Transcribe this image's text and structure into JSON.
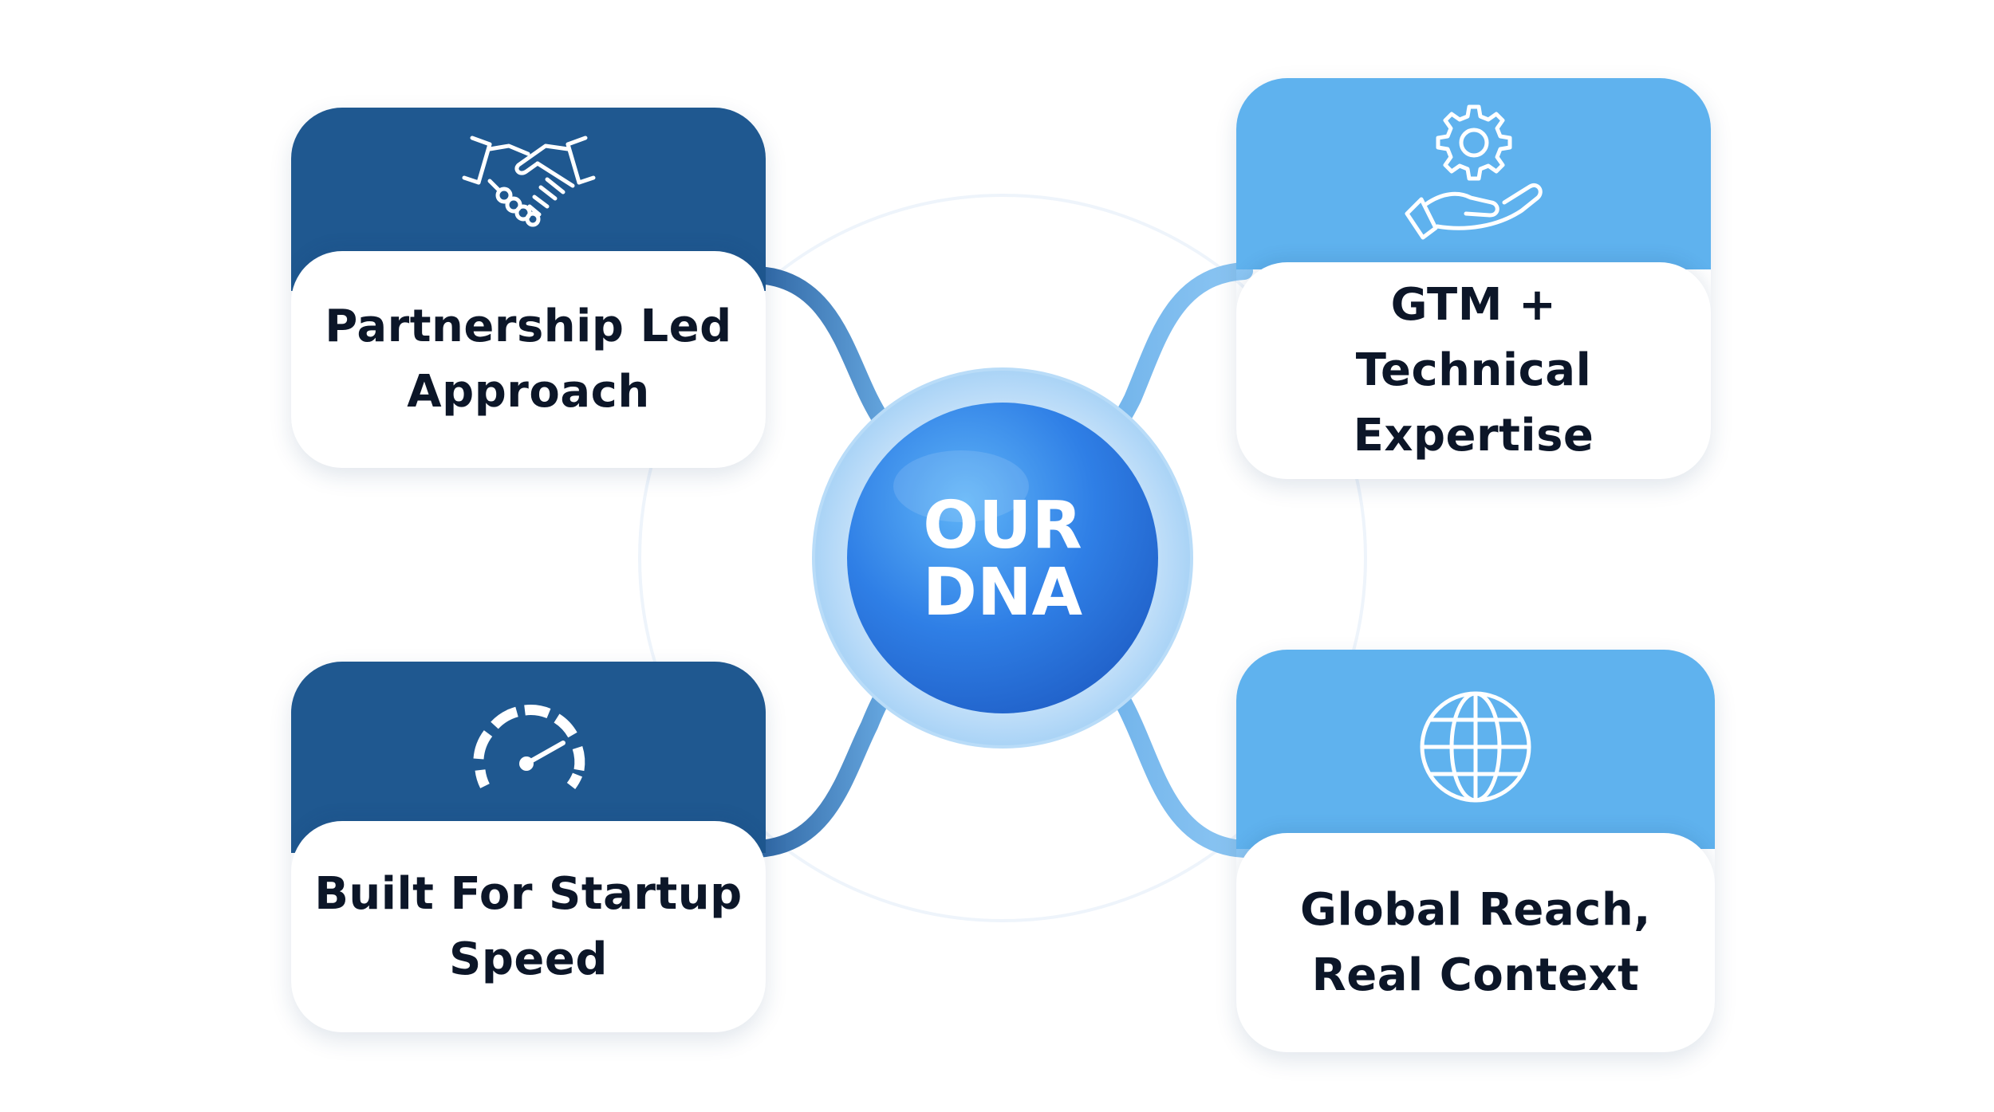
{
  "center": {
    "line1": "OUR",
    "line2": "DNA"
  },
  "cards": [
    {
      "id": "partnership",
      "line1": "Partnership Led",
      "line2": "Approach",
      "icon": "handshake-icon",
      "color": "#1f5890"
    },
    {
      "id": "gtm",
      "line1": "GTM +",
      "line2": "Technical",
      "line3": "Expertise",
      "icon": "gear-hand-icon",
      "color": "#5fb2ee"
    },
    {
      "id": "speed",
      "line1": "Built For Startup",
      "line2": "Speed",
      "icon": "speedometer-icon",
      "color": "#1f5890"
    },
    {
      "id": "global",
      "line1": "Global Reach,",
      "line2": "Real Context",
      "icon": "globe-icon",
      "color": "#5fb2ee"
    }
  ],
  "colors": {
    "dark_blue": "#1f5890",
    "light_blue": "#5fb2ee",
    "hub": "#2f7fe6",
    "connector": "#5b95d2"
  }
}
